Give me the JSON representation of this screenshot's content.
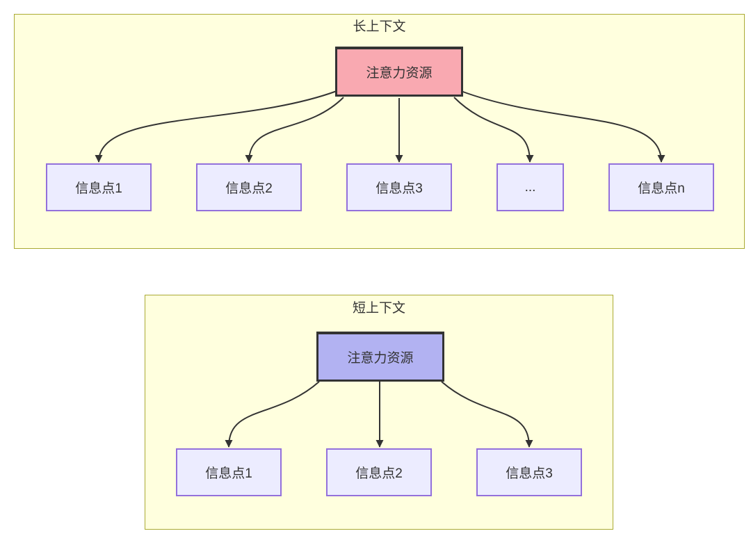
{
  "diagram": {
    "long_context": {
      "title": "长上下文",
      "attention_node": "注意力资源",
      "info_nodes": [
        "信息点1",
        "信息点2",
        "信息点3",
        "...",
        "信息点n"
      ]
    },
    "short_context": {
      "title": "短上下文",
      "attention_node": "注意力资源",
      "info_nodes": [
        "信息点1",
        "信息点2",
        "信息点3"
      ]
    },
    "colors": {
      "section_background": "#ffffde",
      "section_border": "#aaaa33",
      "long_attention_fill": "#f9a9b1",
      "short_attention_fill": "#b2b2f2",
      "attention_border": "#333333",
      "info_fill": "#ececff",
      "info_border": "#9370db",
      "arrow": "#333333",
      "text": "#333333"
    }
  }
}
